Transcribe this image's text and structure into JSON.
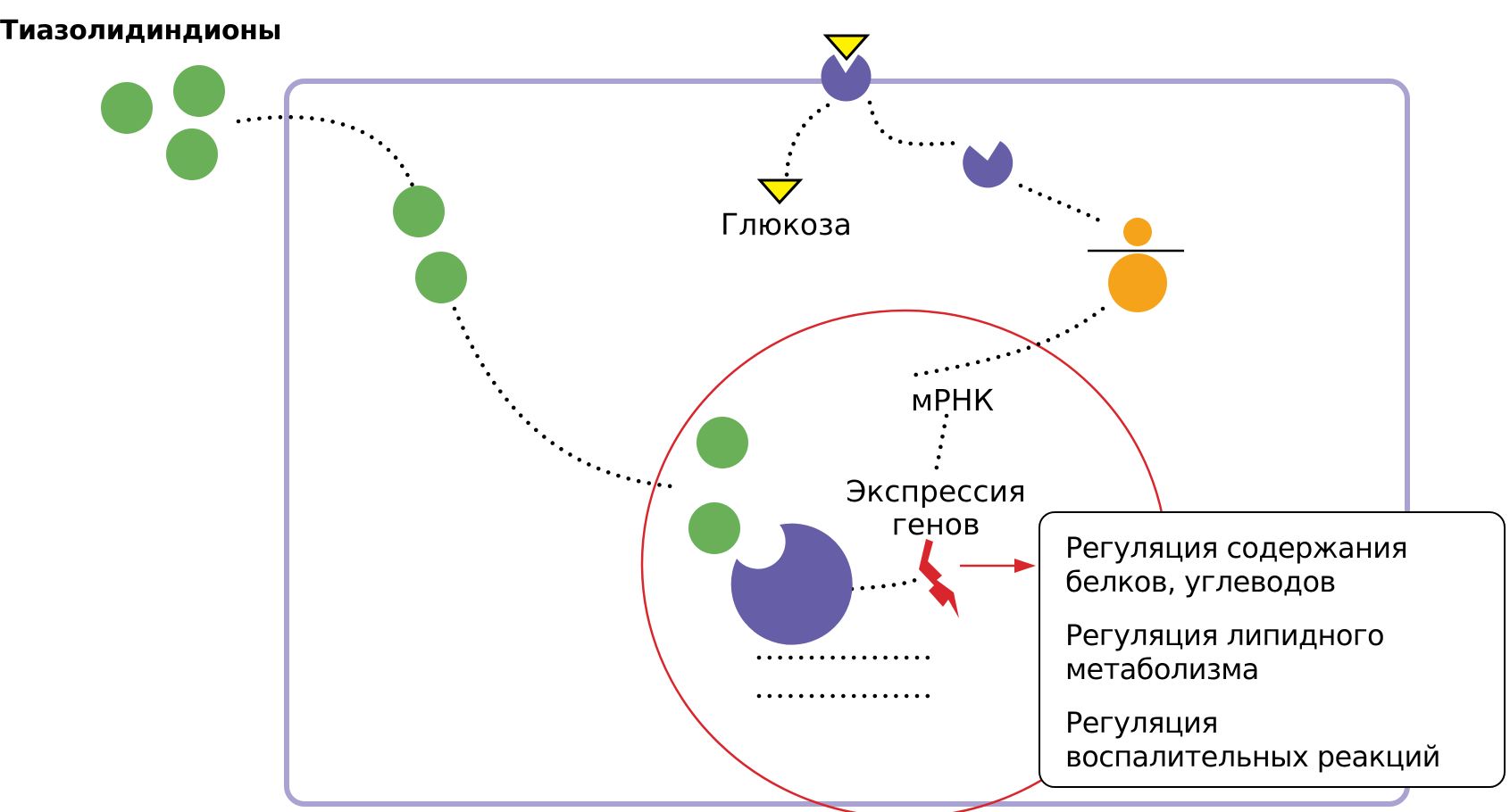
{
  "title": "Тиазолидиндионы",
  "labels": {
    "glucose": "Глюкоза",
    "mrna": "мРНК",
    "gene_expression_line1": "Экспрессия",
    "gene_expression_line2": "генов"
  },
  "effects": [
    {
      "line1": "Регуляция содержания",
      "line2": "белков, углеводов"
    },
    {
      "line1": "Регуляция липидного",
      "line2": "метаболизма"
    },
    {
      "line1": "Регуляция",
      "line2": "воспалительных реакций"
    }
  ],
  "colors": {
    "drug": "#6ab058",
    "receptor": "#665fa8",
    "cell_membrane": "#a9a3d2",
    "nucleus": "#d9262c",
    "glucose": "#fff200",
    "signal_protein": "#f6a31c",
    "arrow": "#d9262c"
  }
}
